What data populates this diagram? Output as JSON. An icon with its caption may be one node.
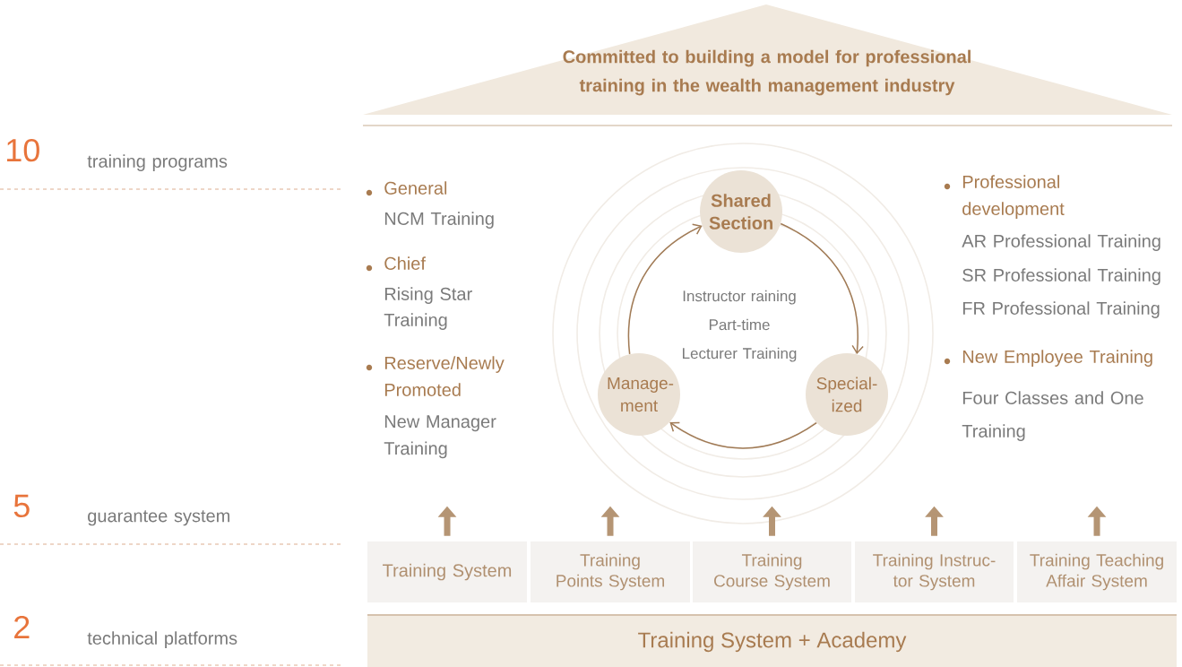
{
  "diagram": {
    "nodes": [
      {
        "text": [
          "Committed to building a model for professional training in the wealth management industry"
        ]
      },
      {
        "text": [
          "Shared Section"
        ]
      },
      {
        "text": [
          "Special- ized"
        ]
      },
      {
        "text": [
          "Manage- ment"
        ]
      },
      {
        "text": [
          "Training System"
        ]
      },
      {
        "text": [
          "Training Points System"
        ]
      },
      {
        "text": [
          "Training Course System"
        ]
      },
      {
        "text": [
          "Training Instruc- tor System"
        ]
      },
      {
        "text": [
          "Training Teaching Affair System"
        ]
      },
      {
        "text": [
          "Training System + Academy"
        ]
      }
    ],
    "edges": [
      {
        "from": 1,
        "to": 2,
        "arrow": "to"
      },
      {
        "from": 2,
        "to": 3,
        "arrow": "to"
      },
      {
        "from": 3,
        "to": 1,
        "arrow": "to"
      },
      {
        "from": 4,
        "to": null,
        "arrow": "to"
      },
      {
        "from": 5,
        "to": null,
        "arrow": "to"
      },
      {
        "from": 6,
        "to": null,
        "arrow": "to"
      },
      {
        "from": 7,
        "to": null,
        "arrow": "to"
      },
      {
        "from": 8,
        "to": null,
        "arrow": "to"
      }
    ],
    "labels": [
      "10",
      "training programs",
      "5",
      "guarantee system",
      "2",
      "technical platforms",
      "General",
      "NCM Training",
      "Chief",
      "Rising Star Training",
      "Reserve/Newly Promoted",
      "New Manager Training",
      "Professional development",
      "AR Professional Training",
      "SR Professional Training",
      "FR Professional Training",
      "New Employee Training",
      "Four Classes and One Training",
      "Instructor raining",
      "Part-time Lecturer Training"
    ]
  }
}
